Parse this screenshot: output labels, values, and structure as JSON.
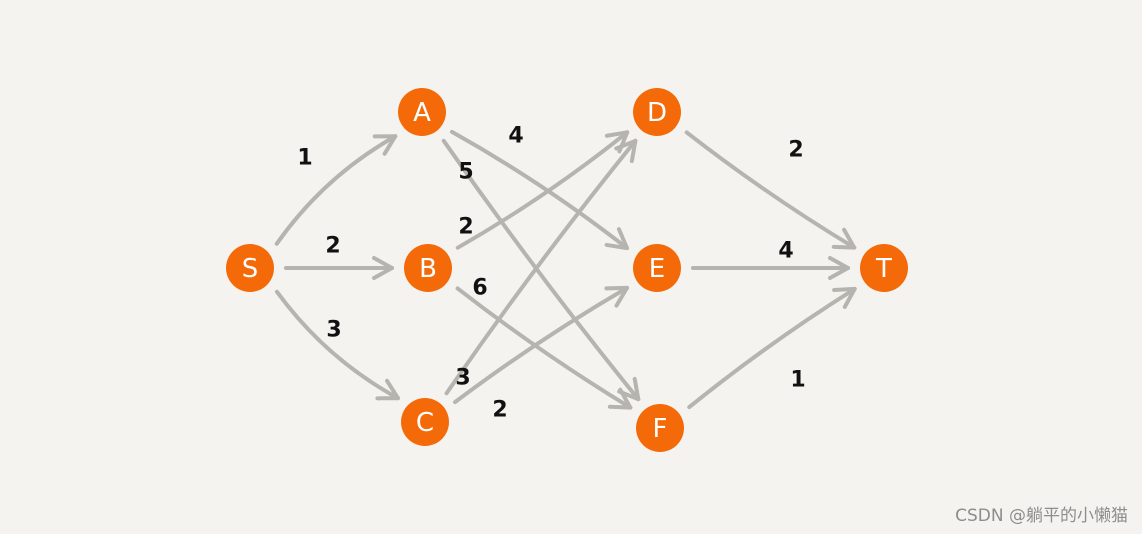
{
  "colors": {
    "node_fill": "#f56a08",
    "edge": "#b5b4ae",
    "background": "#f4f3ef",
    "weight_text": "#111111",
    "node_text": "#ffffff"
  },
  "graph": {
    "nodes": [
      {
        "id": "S",
        "label": "S"
      },
      {
        "id": "A",
        "label": "A"
      },
      {
        "id": "B",
        "label": "B"
      },
      {
        "id": "C",
        "label": "C"
      },
      {
        "id": "D",
        "label": "D"
      },
      {
        "id": "E",
        "label": "E"
      },
      {
        "id": "F",
        "label": "F"
      },
      {
        "id": "T",
        "label": "T"
      }
    ],
    "edges": [
      {
        "from": "S",
        "to": "A",
        "weight": "1"
      },
      {
        "from": "S",
        "to": "B",
        "weight": "2"
      },
      {
        "from": "S",
        "to": "C",
        "weight": "3"
      },
      {
        "from": "A",
        "to": "E",
        "weight": "4"
      },
      {
        "from": "A",
        "to": "F",
        "weight": "5"
      },
      {
        "from": "B",
        "to": "D",
        "weight": "2"
      },
      {
        "from": "B",
        "to": "F",
        "weight": "6"
      },
      {
        "from": "C",
        "to": "D",
        "weight": "3"
      },
      {
        "from": "C",
        "to": "E",
        "weight": "2"
      },
      {
        "from": "D",
        "to": "T",
        "weight": "2"
      },
      {
        "from": "E",
        "to": "T",
        "weight": "4"
      },
      {
        "from": "F",
        "to": "T",
        "weight": "1"
      }
    ]
  },
  "watermark": "CSDN @躺平的小懒猫"
}
